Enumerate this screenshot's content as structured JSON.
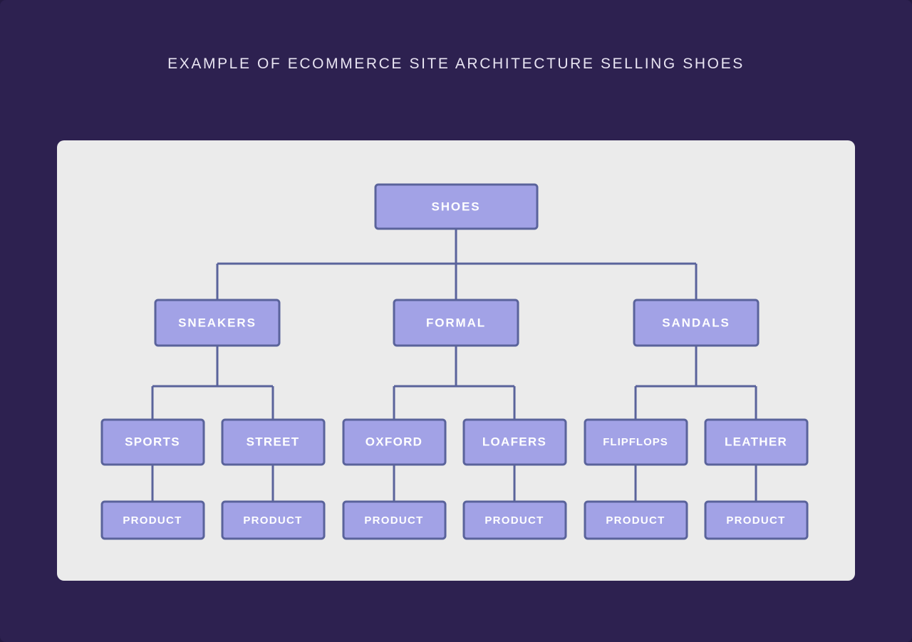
{
  "title": "EXAMPLE OF ECOMMERCE SITE ARCHITECTURE SELLING SHOES",
  "colors": {
    "background": "#2d2150",
    "panel": "#ebebeb",
    "node_fill": "#a2a2e6",
    "node_border": "#5a639b",
    "node_text": "#ffffff",
    "title_text": "#e8e4f2",
    "connector": "#5a639b"
  },
  "diagram": {
    "type": "tree",
    "levels": 4,
    "root": {
      "label": "SHOES",
      "level": 1
    },
    "level2": [
      {
        "label": "SNEAKERS"
      },
      {
        "label": "FORMAL"
      },
      {
        "label": "SANDALS"
      }
    ],
    "level3": [
      {
        "label": "SPORTS",
        "parent": "SNEAKERS"
      },
      {
        "label": "STREET",
        "parent": "SNEAKERS"
      },
      {
        "label": "OXFORD",
        "parent": "FORMAL"
      },
      {
        "label": "LOAFERS",
        "parent": "FORMAL"
      },
      {
        "label": "FLIPFLOPS",
        "parent": "SANDALS"
      },
      {
        "label": "LEATHER",
        "parent": "SANDALS"
      }
    ],
    "level4": [
      {
        "label": "PRODUCT",
        "parent": "SPORTS"
      },
      {
        "label": "PRODUCT",
        "parent": "STREET"
      },
      {
        "label": "PRODUCT",
        "parent": "OXFORD"
      },
      {
        "label": "PRODUCT",
        "parent": "LOAFERS"
      },
      {
        "label": "PRODUCT",
        "parent": "FLIPFLOPS"
      },
      {
        "label": "PRODUCT",
        "parent": "LEATHER"
      }
    ]
  }
}
